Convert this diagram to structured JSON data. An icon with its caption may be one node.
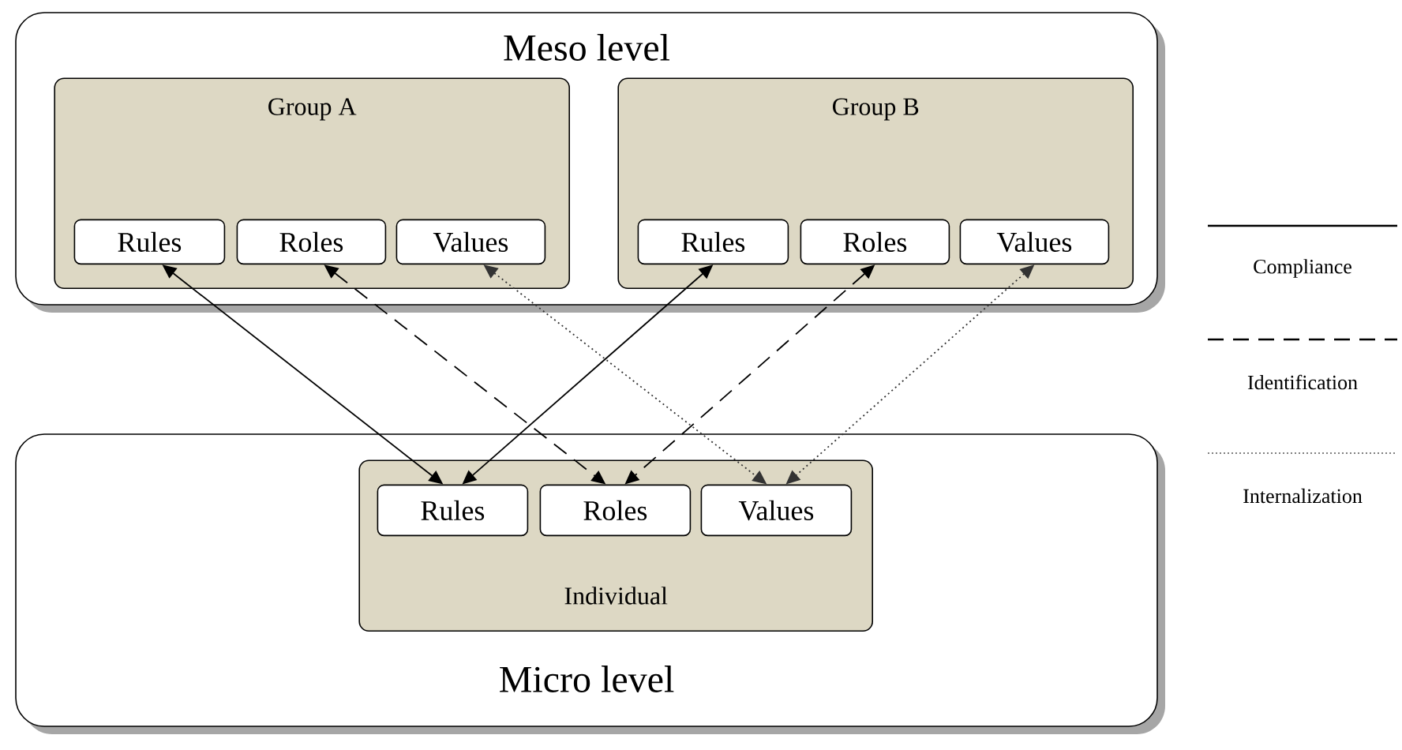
{
  "diagram": {
    "nodes": [
      {
        "text": [
          "Meso level"
        ]
      },
      {
        "text": [
          "Group A"
        ],
        "in": 0
      },
      {
        "text": [
          "Rules"
        ],
        "in": 1
      },
      {
        "text": [
          "Roles"
        ],
        "in": 1
      },
      {
        "text": [
          "Values"
        ],
        "in": 1
      },
      {
        "text": [
          "Group B"
        ],
        "in": 0
      },
      {
        "text": [
          "Rules"
        ],
        "in": 5
      },
      {
        "text": [
          "Roles"
        ],
        "in": 5
      },
      {
        "text": [
          "Values"
        ],
        "in": 5
      },
      {
        "text": [
          "Micro level"
        ]
      },
      {
        "text": [
          "Individual"
        ],
        "in": 9
      },
      {
        "text": [
          "Rules"
        ],
        "in": 10
      },
      {
        "text": [
          "Roles"
        ],
        "in": 10
      },
      {
        "text": [
          "Values"
        ],
        "in": 10
      }
    ],
    "edges": [
      {
        "from": 2,
        "to": 11,
        "arrow": "both"
      },
      {
        "from": 3,
        "to": 12,
        "arrow": "both",
        "style": "dashed"
      },
      {
        "from": 4,
        "to": 13,
        "arrow": "both",
        "style": "dashed",
        "color": "#333333"
      },
      {
        "from": 6,
        "to": 11,
        "arrow": "both"
      },
      {
        "from": 7,
        "to": 12,
        "arrow": "both",
        "style": "dashed"
      },
      {
        "from": 8,
        "to": 13,
        "arrow": "both",
        "style": "dashed",
        "color": "#333333"
      }
    ],
    "legend": [
      {
        "text": "Compliance"
      },
      {
        "text": "Identification"
      },
      {
        "text": "Internalization"
      }
    ]
  }
}
